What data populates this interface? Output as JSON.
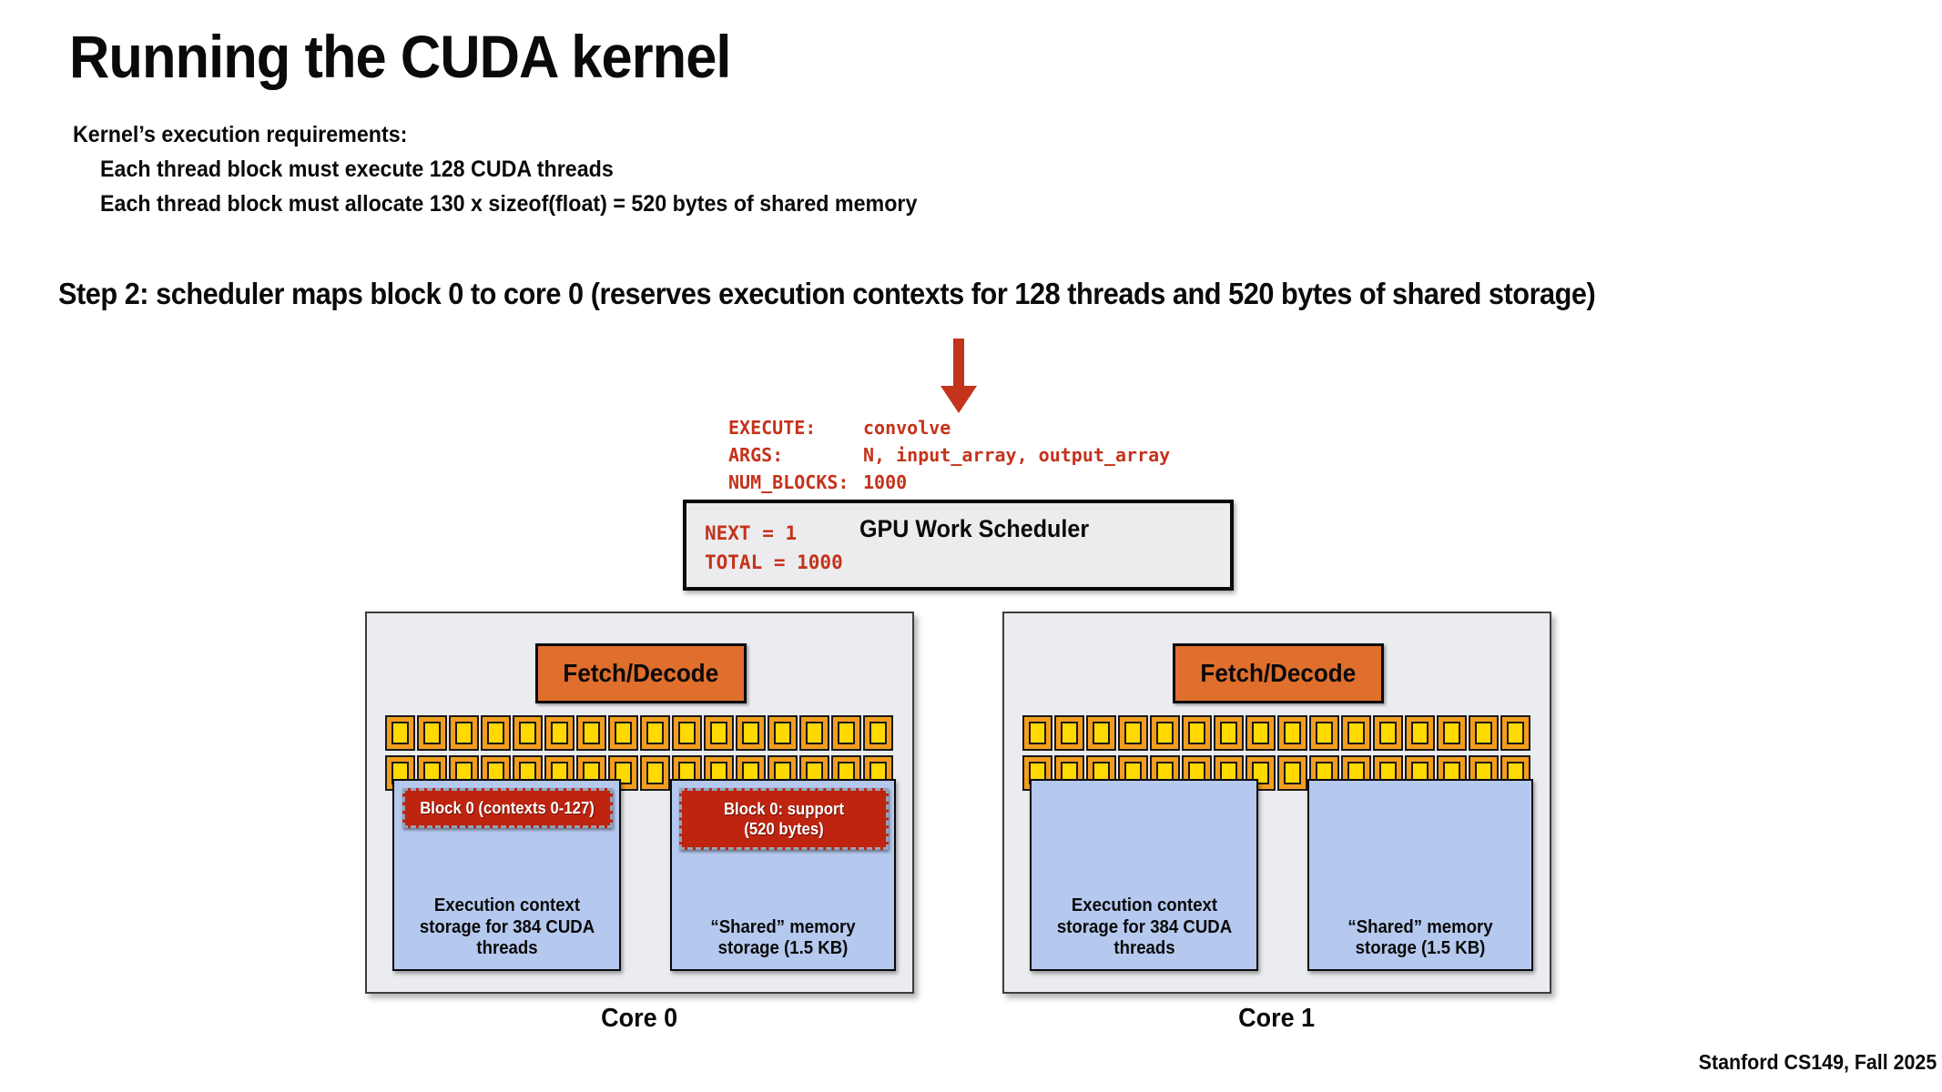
{
  "colors": {
    "accent_red": "#c4331b",
    "block_red": "#bf2410",
    "orange": "#e06e2c",
    "alu_outer": "#f39d1e",
    "alu_inner": "#ffd900",
    "storage_blue": "#b5c8ee",
    "panel_gray": "#eaecef",
    "scheduler_gray": "#ececee"
  },
  "slide": {
    "title": "Running the CUDA kernel",
    "requirements_heading": "Kernel’s execution requirements:",
    "requirements": [
      "Each thread block must execute 128 CUDA threads",
      "Each thread block must allocate 130 x sizeof(float) =  520 bytes of shared memory"
    ],
    "step_caption": "Step 2: scheduler maps block 0 to core 0 (reserves execution contexts for 128 threads and 520 bytes of shared storage)",
    "footer": "Stanford CS149, Fall 2025"
  },
  "kernel_launch": {
    "lines": [
      {
        "label": "EXECUTE:",
        "value": "convolve"
      },
      {
        "label": "ARGS:",
        "value": "N, input_array, output_array"
      },
      {
        "label": "NUM_BLOCKS:",
        "value": "1000"
      }
    ]
  },
  "scheduler": {
    "title": "GPU Work Scheduler",
    "state_lines": [
      "NEXT = 1",
      "TOTAL = 1000"
    ]
  },
  "cores": [
    {
      "name": "Core 0",
      "fetch_decode": "Fetch/Decode",
      "alu_grid": {
        "rows": 2,
        "cols": 16
      },
      "exec_storage": "Execution context storage for 384 CUDA threads",
      "shared_storage": "“Shared” memory storage (1.5 KB)",
      "block_context": "Block 0 (contexts 0-127)",
      "block_support_line1": "Block 0: support",
      "block_support_line2": "(520 bytes)"
    },
    {
      "name": "Core 1",
      "fetch_decode": "Fetch/Decode",
      "alu_grid": {
        "rows": 2,
        "cols": 16
      },
      "exec_storage": "Execution context storage for 384 CUDA threads",
      "shared_storage": "“Shared” memory storage (1.5 KB)"
    }
  ]
}
